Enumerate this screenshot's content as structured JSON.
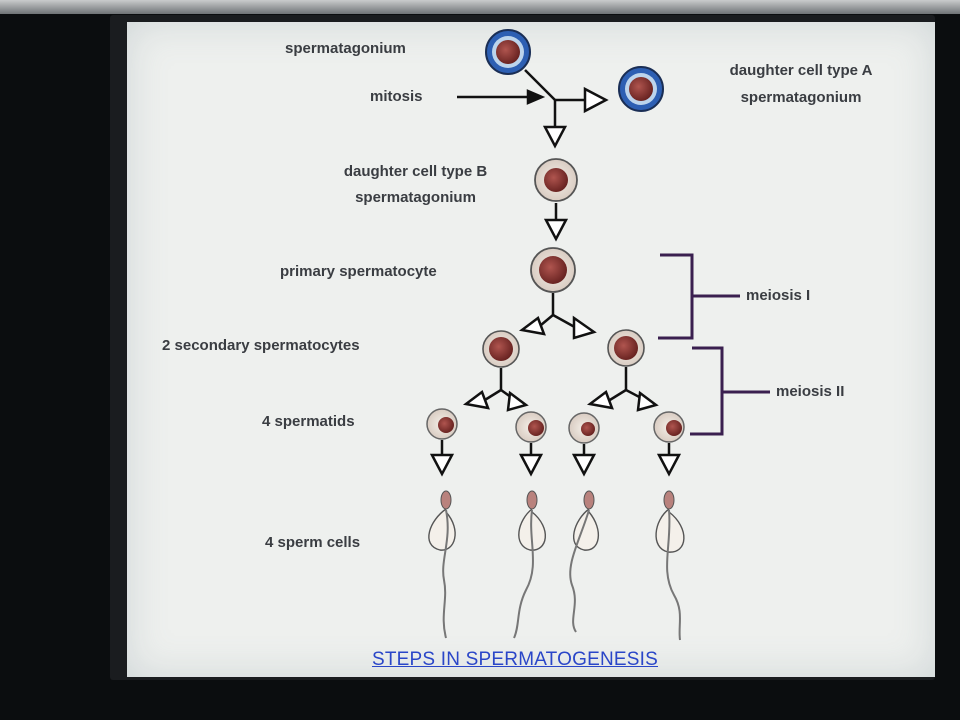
{
  "labels": {
    "spermatogonium": "spermatagonium",
    "mitosis": "mitosis",
    "daughter_a_line1": "daughter cell type A",
    "daughter_a_line2": "spermatagonium",
    "daughter_b_line1": "daughter cell type B",
    "daughter_b_line2": "spermatagonium",
    "primary": "primary spermatocyte",
    "secondary": "2 secondary spermatocytes",
    "spermatids": "4 spermatids",
    "sperm_cells": "4 sperm cells",
    "meiosis1": "meiosis I",
    "meiosis2": "meiosis II"
  },
  "caption": "STEPS IN SPERMATOGENESIS",
  "colors": {
    "background": "#eef0ee",
    "caption": "#2a46c8",
    "bracket": "#3a1f4f",
    "spermatogonium_ring": "#2d5fb3",
    "nucleus": "#7a2c2a",
    "text": "#3a3d42"
  }
}
